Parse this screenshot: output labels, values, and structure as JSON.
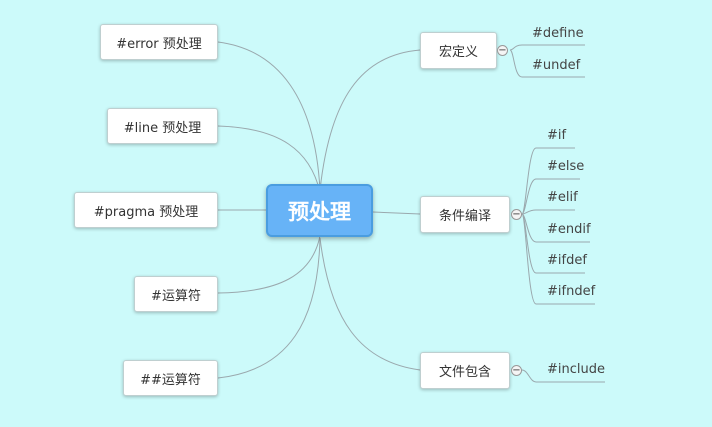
{
  "root": {
    "label": "预处理"
  },
  "left_topics": [
    {
      "label": "#error 预处理"
    },
    {
      "label": "#line 预处理"
    },
    {
      "label": "#pragma 预处理"
    },
    {
      "label": "#运算符"
    },
    {
      "label": "##运算符"
    }
  ],
  "right_topics": [
    {
      "label": "宏定义",
      "collapse": "−",
      "children": [
        "#define",
        "#undef"
      ]
    },
    {
      "label": "条件编译",
      "collapse": "−",
      "children": [
        "#if",
        "#else",
        "#elif",
        "#endif",
        "#ifdef",
        "#ifndef"
      ]
    },
    {
      "label": "文件包含",
      "collapse": "−",
      "children": [
        "#include"
      ]
    }
  ],
  "colors": {
    "background": "#ccfafa",
    "root_fill": "#67b3f7",
    "line": "#9aa8ad"
  }
}
